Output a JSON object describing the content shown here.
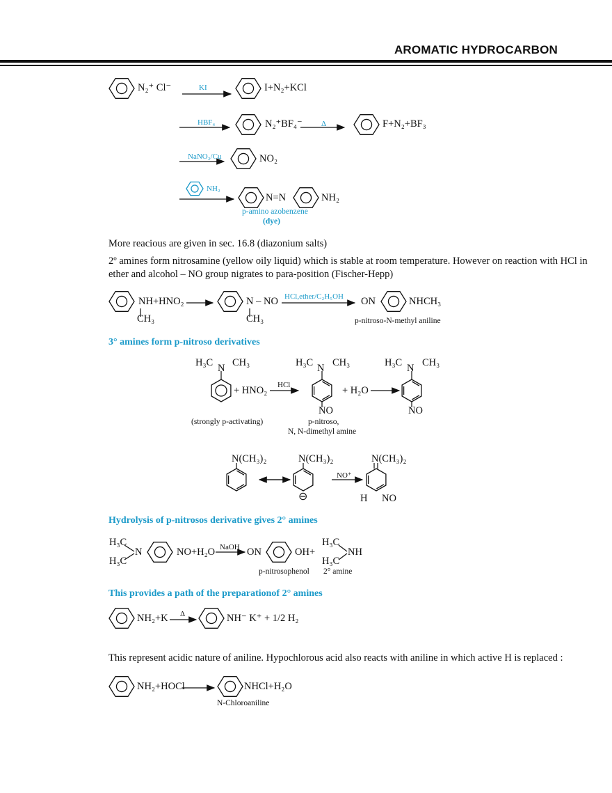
{
  "header": {
    "title": "AROMATIC HYDROCARBON"
  },
  "reactions_top": {
    "r1_left": "N₂⁺ Cl⁻",
    "r1_reagent": "KI",
    "r1_product": "I+N₂+KCl",
    "r2_reagent": "HBF₄",
    "r2_product": "N₂⁺BF₄⁻",
    "r2_reagent2": "Δ",
    "r2_product2": "F+N₂+BF₃",
    "r3_reagent": "NaNO₂/Cu",
    "r3_product": "NO₂",
    "r4_reagent": "NH₂",
    "r4_middle": "N=N",
    "r4_product": "NH₂",
    "r4_name": "p-amino azobenzene",
    "r4_name2": "(dye)"
  },
  "paragraphs": {
    "p1": "More reacious are given in sec. 16.8 (diazonium salts)",
    "p2_line1": "2º amines form nitrosamine (yellow oily liquid) which is stable at room temperature. However on reaction with HCl in",
    "p2_line2": "ether and alcohol – NO group nigrates to para-position (Fischer-Hepp)"
  },
  "fischer": {
    "left": "NH+HNO₂",
    "left_ch3": "CH₃",
    "mid": "N – NO",
    "mid_ch3": "CH₃",
    "reagent": "HCl,ether/C₂H₅OH",
    "product_on": "ON",
    "product_right": "NHCH₃",
    "product_name": "p-nitroso-N-methyl aniline"
  },
  "section_tertiary": {
    "heading": "3° amines form p-nitroso derivatives",
    "h3c": "H₃C",
    "ch3": "CH₃",
    "n": "N",
    "plus_hno2": "+ HNO₂",
    "reagent": "HCl",
    "plus_h2o": "+ H₂O",
    "no": "NO",
    "label1": "(strongly p-activating)",
    "label2a": "p-nitroso,",
    "label2b": "N, N-dimethyl amine",
    "nme2": "N(CH₃)₂",
    "no_plus": "NO⁺",
    "h": "H",
    "minus": "⊖"
  },
  "section_hydrolysis": {
    "heading": "Hydrolysis of p-nitrosos derivative gives 2° amines",
    "left_n": "N",
    "left_right": "NO+H₂O",
    "reagent": "NaOH",
    "prod_on": "ON",
    "prod_right": "OH+",
    "h3c": "H₃C",
    "nh": "NH",
    "label1": "p-nitrosophenol",
    "label2": "2° amine"
  },
  "section_prep": {
    "heading": "This provides a path of the preparationof 2° amines",
    "left": "NH₂+K",
    "reagent": "Δ",
    "right": "NH⁻ K⁺ + 1/2 H₂"
  },
  "para_acidic": "This represent acidic nature of aniline. Hypochlorous acid also reacts with aniline in which active H is replaced :",
  "hocl": {
    "left": "NH₂+HOCl",
    "right": "NHCl+H₂O",
    "name": "N-Chloroaniline"
  },
  "colors": {
    "accent": "#1b9ac9",
    "text": "#111111"
  }
}
